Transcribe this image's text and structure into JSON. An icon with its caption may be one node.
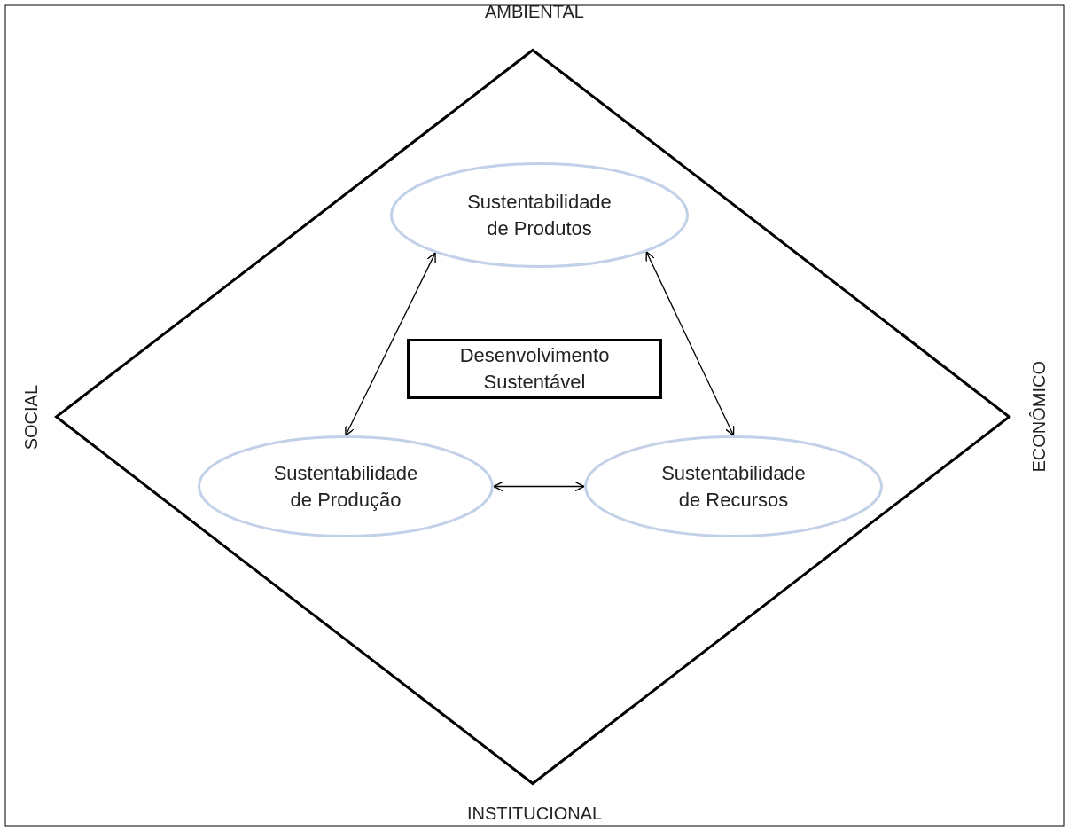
{
  "diagram": {
    "nodes": [
      {
        "text": [],
        "shape": "diamond"
      },
      {
        "text": [
          "Sustentabilidade de Produtos"
        ],
        "in": 0
      },
      {
        "text": [
          "Desenvolvimento Sustentável"
        ],
        "in": 0
      },
      {
        "text": [
          "Sustentabilidade de Produção"
        ],
        "in": 0
      },
      {
        "text": [
          "Sustentabilidade de Recursos"
        ],
        "in": 0
      }
    ],
    "edges": [
      {
        "from": 1,
        "to": 3,
        "arrow": "both"
      },
      {
        "from": 1,
        "to": 4,
        "arrow": "both"
      },
      {
        "from": 3,
        "to": 4,
        "arrow": "both"
      }
    ],
    "labels": [
      "AMBIENTAL",
      "SOCIAL",
      "ECONÔMICO",
      "INSTITUCIONAL"
    ]
  }
}
